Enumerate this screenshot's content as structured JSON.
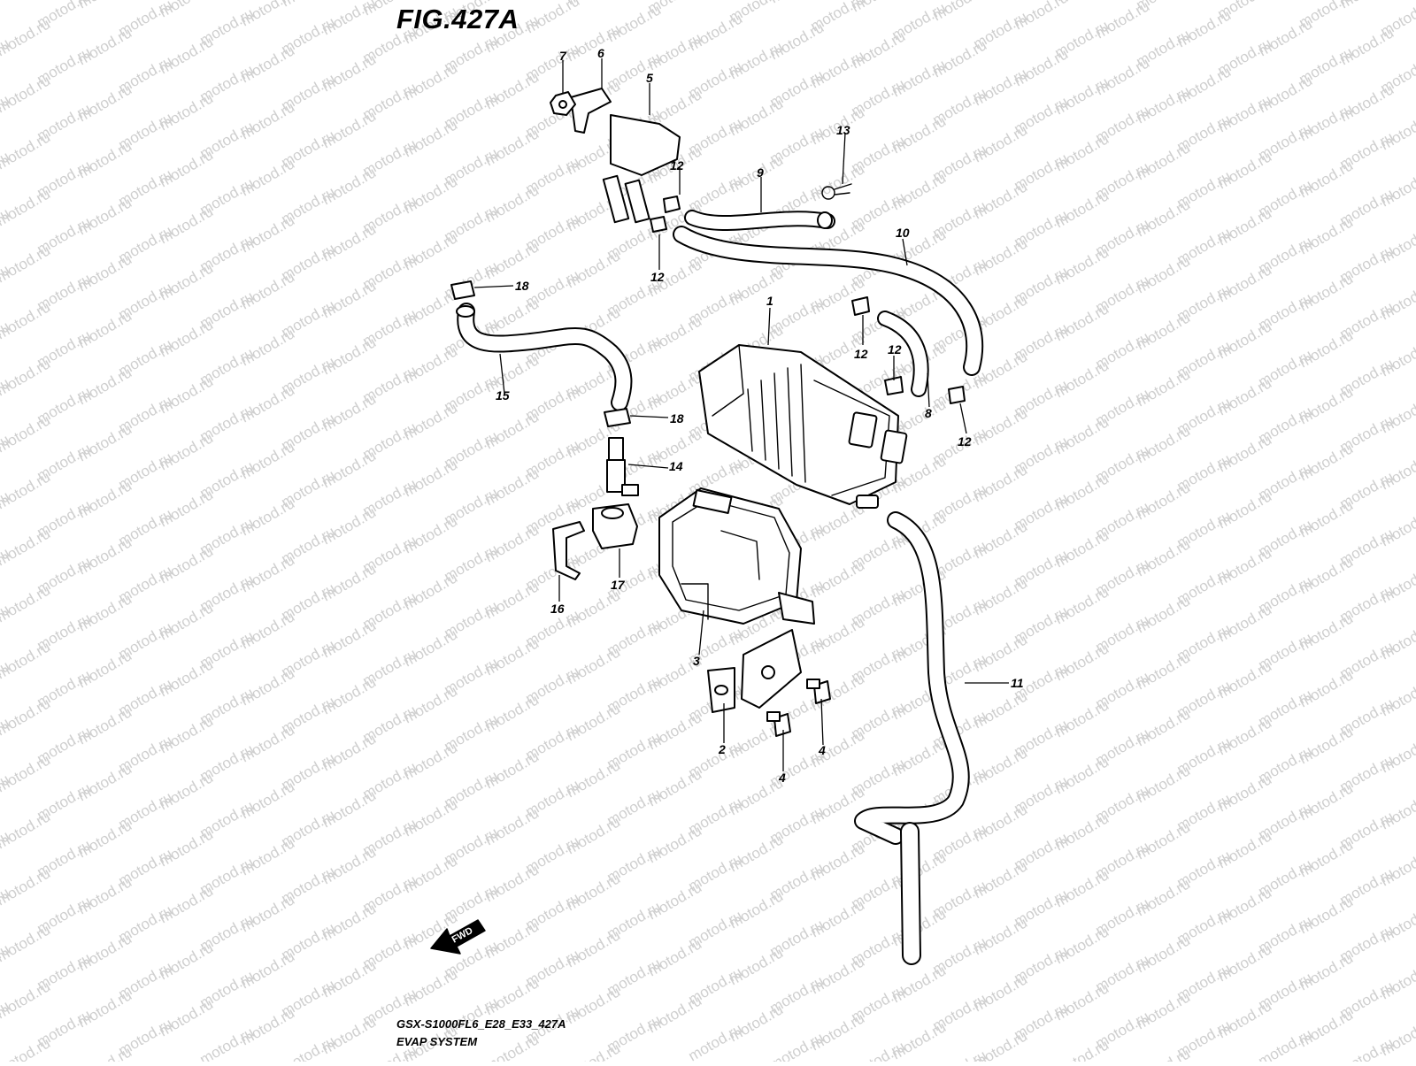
{
  "figure": {
    "title": "FIG.427A",
    "model_code": "GSX-S1000FL6_E28_E33_427A",
    "system_name": "EVAP SYSTEM"
  },
  "watermark": {
    "text": "motod.ru"
  },
  "fwd_badge": {
    "label": "FWD",
    "icon": "forward-arrow-icon"
  },
  "callouts": [
    {
      "id": "label-1",
      "label": "1"
    },
    {
      "id": "label-2",
      "label": "2"
    },
    {
      "id": "label-3",
      "label": "3"
    },
    {
      "id": "label-4a",
      "label": "4"
    },
    {
      "id": "label-4b",
      "label": "4"
    },
    {
      "id": "label-5",
      "label": "5"
    },
    {
      "id": "label-6",
      "label": "6"
    },
    {
      "id": "label-7",
      "label": "7"
    },
    {
      "id": "label-8",
      "label": "8"
    },
    {
      "id": "label-9",
      "label": "9"
    },
    {
      "id": "label-10",
      "label": "10"
    },
    {
      "id": "label-11",
      "label": "11"
    },
    {
      "id": "label-12a",
      "label": "12"
    },
    {
      "id": "label-12b",
      "label": "12"
    },
    {
      "id": "label-12c",
      "label": "12"
    },
    {
      "id": "label-12d",
      "label": "12"
    },
    {
      "id": "label-12e",
      "label": "12"
    },
    {
      "id": "label-13",
      "label": "13"
    },
    {
      "id": "label-14",
      "label": "14"
    },
    {
      "id": "label-15",
      "label": "15"
    },
    {
      "id": "label-16",
      "label": "16"
    },
    {
      "id": "label-17",
      "label": "17"
    },
    {
      "id": "label-18a",
      "label": "18"
    },
    {
      "id": "label-18b",
      "label": "18"
    }
  ]
}
